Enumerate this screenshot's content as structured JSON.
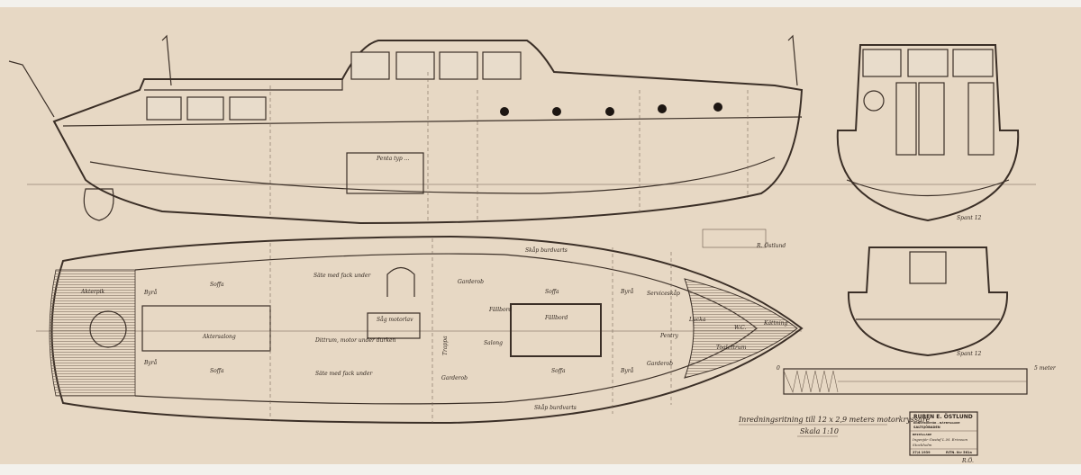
{
  "drawing": {
    "title": "Inredningsritning till 12 x 2,9 meters motorkryssare",
    "scale": "Skala 1:10",
    "profile_labels": {
      "engine": "Penta typ ..."
    },
    "plan_labels": {
      "akterpik": "Akterpik",
      "byra_1": "Byrå",
      "byra_2": "Byrå",
      "soffa_1": "Soffa",
      "soffa_2": "Soffa",
      "akterssalong": "Aktersalong",
      "sate_upper": "Säte med fack under",
      "sate_lower": "Säte med fack under",
      "dittrum": "Dittrum, motor under durken",
      "sag_motorlav": "Såg motorlav",
      "garderob_1": "Garderob",
      "garderob_2": "Garderob",
      "garderob_3": "Garderob",
      "trappa": "Trappa",
      "salong": "Salong",
      "fallbord_1": "Fällbord",
      "fallbord_2": "Fällbord",
      "soffa_3": "Soffa",
      "soffa_4": "Soffa",
      "skap_upper": "Skåp burdvarts",
      "skap_lower": "Skåp burdvarts",
      "byra_3": "Byrå",
      "byra_4": "Byrå",
      "serviceskap": "Serviceskåp",
      "pentry": "Pentry",
      "lucka": "Lucka",
      "wc": "W.C.",
      "toalettrum": "Toalettrum",
      "kattning": "Kättning"
    },
    "section_labels": {
      "spant_upper": "Spant 12",
      "spant_lower": "Spant 12"
    },
    "scale_bar": {
      "start": "0",
      "end": "5 meter"
    },
    "signature": "R. Östlund",
    "stamp": {
      "firm": "RUBEN E. ÖSTLUND",
      "subtitle": "KONSTRUKTÖR – BÅTBYGGARE",
      "address": "SALTSJÖBADEN",
      "client_label": "BESTÄLLARE",
      "client": "Ingenjör Gustaf L.M. Ericsson",
      "city": "Stockholm",
      "date": "27/4 1939",
      "number": "RITN. N:r 561a",
      "initials": "R.Ö."
    }
  }
}
